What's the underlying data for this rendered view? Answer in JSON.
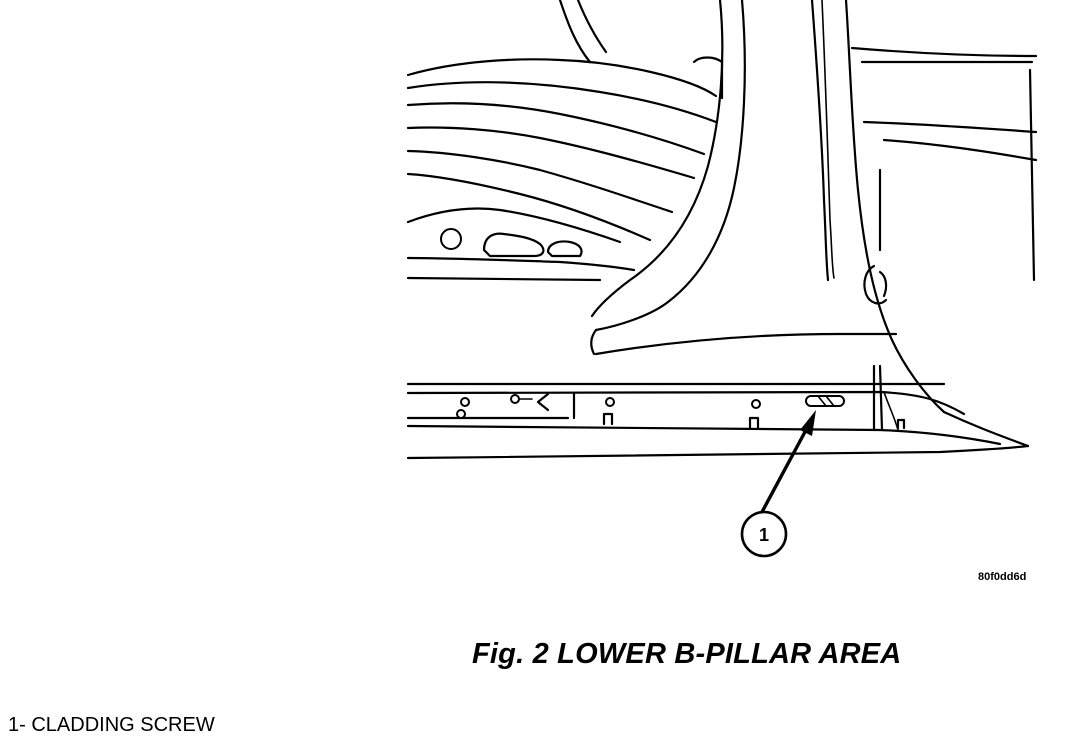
{
  "figure": {
    "callout_number": "1",
    "image_code": "80f0dd6d",
    "caption": "Fig.  2 LOWER B-PILLAR AREA",
    "legend_item": "1- CLADDING  SCREW"
  }
}
